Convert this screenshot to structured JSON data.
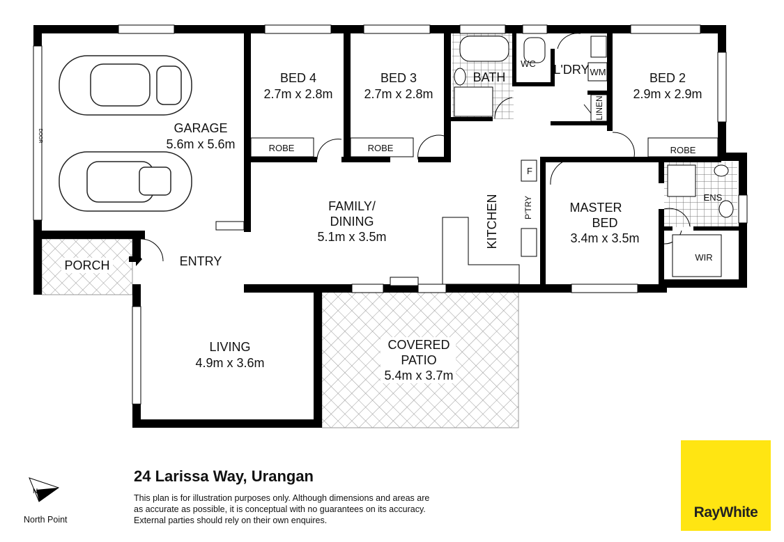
{
  "rooms": {
    "garage": {
      "name": "GARAGE",
      "size": "5.6m x 5.6m",
      "door_label": "DOOR"
    },
    "bed4": {
      "name": "BED 4",
      "size": "2.7m x 2.8m",
      "robe": "ROBE"
    },
    "bed3": {
      "name": "BED 3",
      "size": "2.7m x 2.8m",
      "robe": "ROBE"
    },
    "bath": {
      "name": "BATH"
    },
    "wc": {
      "name": "WC"
    },
    "laundry": {
      "name": "L'DRY",
      "wm": "WM",
      "linen": "LINEN"
    },
    "bed2": {
      "name": "BED 2",
      "size": "2.9m x 2.9m",
      "robe": "ROBE"
    },
    "family": {
      "name_line1": "FAMILY/",
      "name_line2": "DINING",
      "size": "5.1m x 3.5m"
    },
    "kitchen": {
      "name": "KITCHEN",
      "pantry": "P'TRY",
      "fridge": "F"
    },
    "master": {
      "name_line1": "MASTER",
      "name_line2": "BED",
      "size": "3.4m x 3.5m"
    },
    "ensuite": {
      "name": "ENS"
    },
    "wir": {
      "name": "WIR"
    },
    "porch": {
      "name": "PORCH"
    },
    "entry": {
      "name": "ENTRY"
    },
    "living": {
      "name": "LIVING",
      "size": "4.9m x 3.6m"
    },
    "patio": {
      "name_line1": "COVERED",
      "name_line2": "PATIO",
      "size": "5.4m x 3.7m"
    }
  },
  "address": "24 Larissa Way, Urangan",
  "disclaimer": [
    "This plan is for illustration purposes only.  Although dimensions and areas are",
    "as accurate as possible, it is conceptual with no guarantees on its accuracy.",
    "External parties should rely on their own enquires."
  ],
  "north_point": {
    "label": "North Point",
    "letter": "N"
  },
  "brand": {
    "name": "RayWhite",
    "color": "#ffe512"
  },
  "icons": [
    "north-arrow-icon",
    "entry-arrow-icon",
    "car-icon"
  ]
}
